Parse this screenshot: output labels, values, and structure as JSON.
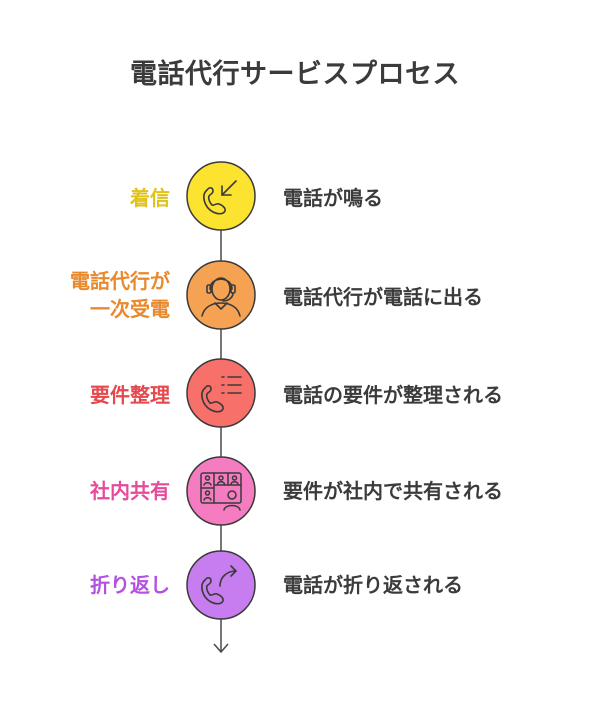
{
  "title": "電話代行サービスプロセス",
  "steps": [
    {
      "label": "着信",
      "description": "電話が鳴る",
      "color": "#e0c21a",
      "fill": "#fbe32f",
      "icon": "incoming-call-icon"
    },
    {
      "label": "電話代行が一次受電",
      "label_line1": "電話代行が",
      "label_line2": "一次受電",
      "description": "電話代行が電話に出る",
      "color": "#e8892d",
      "fill": "#f6a253",
      "icon": "headset-operator-icon"
    },
    {
      "label": "要件整理",
      "description": "電話の要件が整理される",
      "color": "#e5484d",
      "fill": "#f7706a",
      "icon": "phone-list-icon"
    },
    {
      "label": "社内共有",
      "description": "要件が社内で共有される",
      "color": "#e64a9b",
      "fill": "#f57cc0",
      "icon": "team-share-icon"
    },
    {
      "label": "折り返し",
      "description": "電話が折り返される",
      "color": "#b351e0",
      "fill": "#c77cf0",
      "icon": "callback-icon"
    }
  ]
}
